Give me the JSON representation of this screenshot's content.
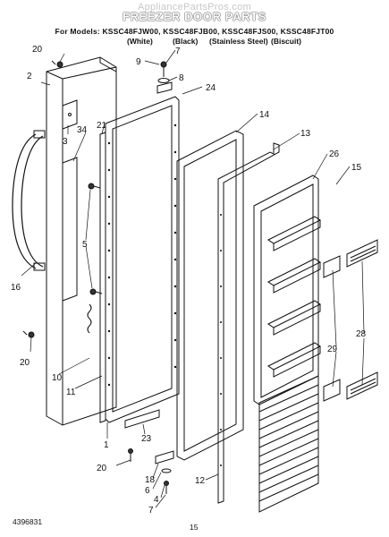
{
  "header": {
    "watermark": "AppliancePartsPros.com",
    "title": "FREEZER DOOR PARTS",
    "models_line": "For Models: KSSC48FJW00, KSSC48FJB00, KSSC48FJS00, KSSC48FJT00",
    "colors": [
      "(White)",
      "(Black)",
      "(Stainless Steel)",
      "(Biscuit)"
    ]
  },
  "part_labels": [
    "20",
    "2",
    "3",
    "34",
    "5",
    "16",
    "20",
    "10",
    "11",
    "1",
    "21",
    "9",
    "7",
    "8",
    "24",
    "14",
    "13",
    "26",
    "15",
    "29",
    "28",
    "23",
    "20",
    "18",
    "6",
    "4",
    "7",
    "12"
  ],
  "footer": {
    "doc_number": "4396831",
    "page_number": "15"
  }
}
